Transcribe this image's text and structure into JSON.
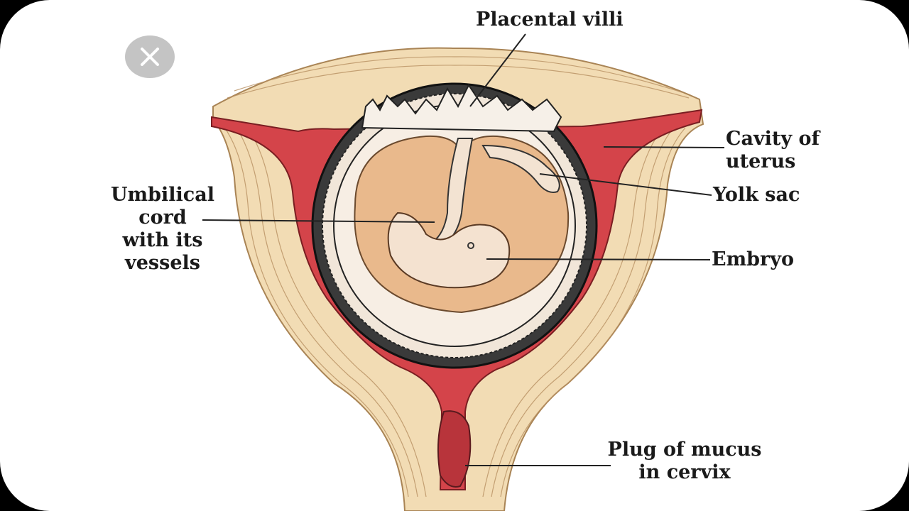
{
  "overlay": {
    "close_icon": "close-icon",
    "close_button_color": "#c4c4c4"
  },
  "labels": {
    "placental_villi": "Placental villi",
    "cavity_line1": "Cavity of",
    "cavity_line2": "uterus",
    "yolk_sac": "Yolk sac",
    "umbilical_line1": "Umbilical",
    "umbilical_line2": "cord",
    "umbilical_line3": "with its",
    "umbilical_line4": "vessels",
    "embryo": "Embryo",
    "plug_line1": "Plug of mucus",
    "plug_line2": "in cervix"
  },
  "colors": {
    "uterine_wall": "#f2dcb4",
    "uterine_wall_dark": "#e6c48c",
    "cavity": "#d4444a",
    "amnion_fluid": "#e9b98c",
    "embryo": "#f4e2d0",
    "background": "#ffffff"
  }
}
